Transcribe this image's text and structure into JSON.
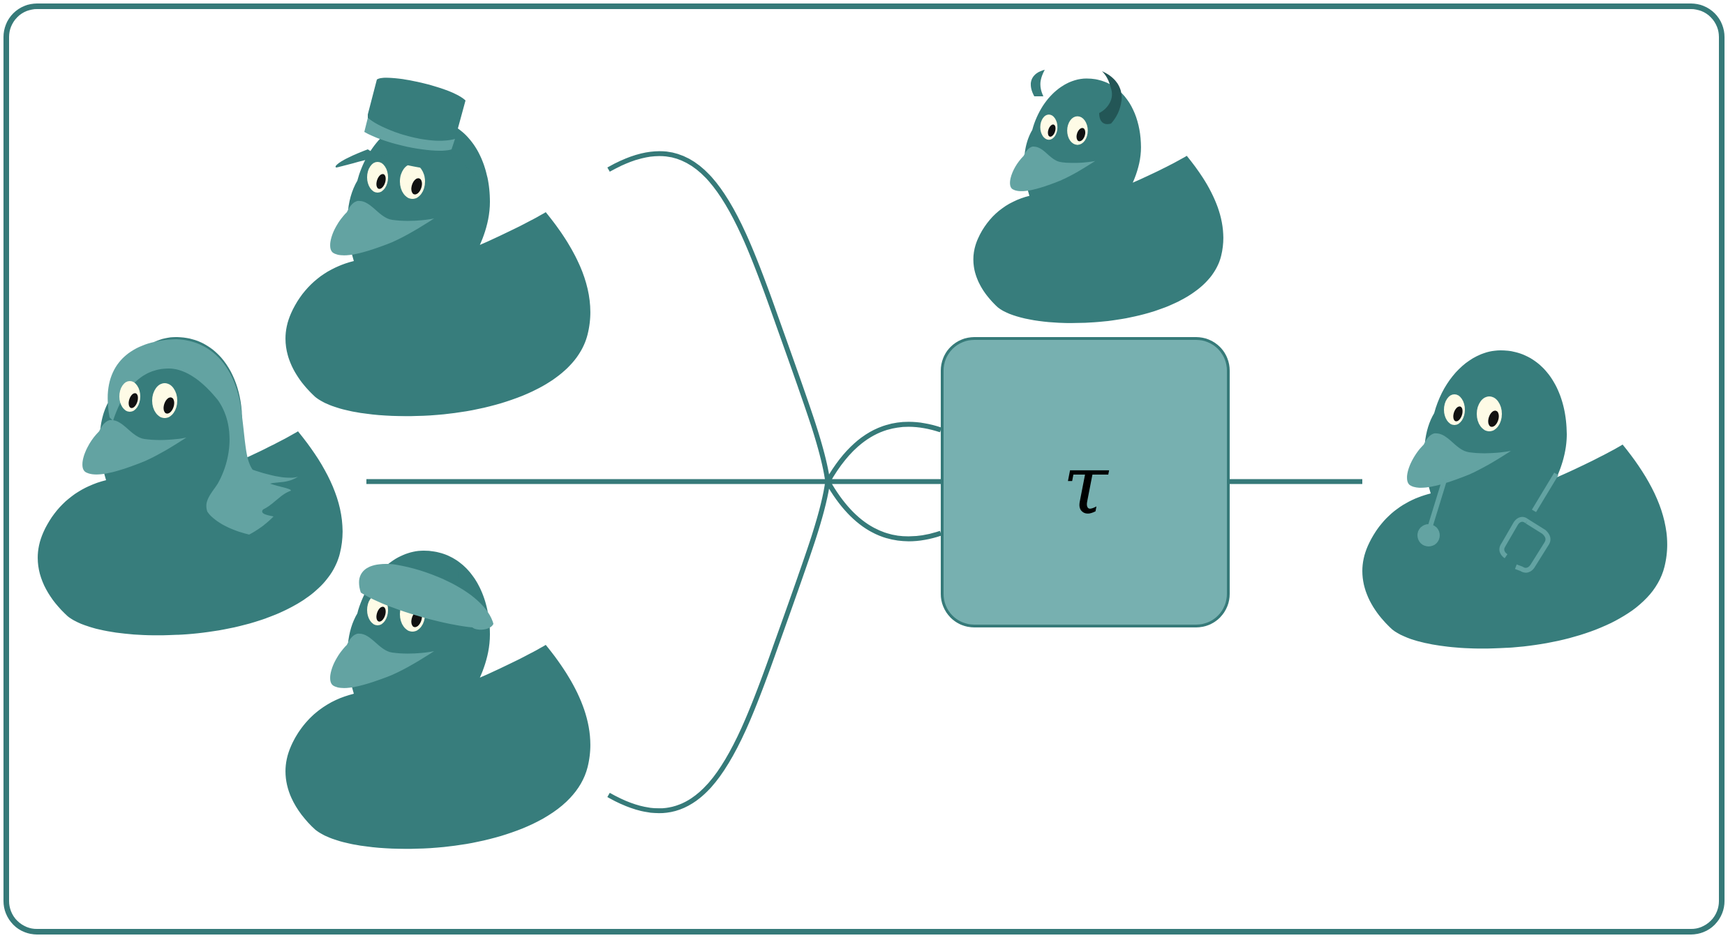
{
  "colors": {
    "frame": "#367a79",
    "duck_body": "#377d7c",
    "duck_accent": "#63a3a2",
    "duck_dark": "#235656",
    "box_fill": "#77b0b0",
    "eye_white": "#fefbe6",
    "pupil": "#111111",
    "background": "#ffffff"
  },
  "box": {
    "label": "τ"
  },
  "ducks": [
    {
      "name": "duck-long-hair",
      "accessory": "long-hair"
    },
    {
      "name": "duck-top-hat",
      "accessory": "top-hat"
    },
    {
      "name": "duck-beret",
      "accessory": "beret"
    },
    {
      "name": "duck-devil",
      "accessory": "devil-horns"
    },
    {
      "name": "duck-doctor",
      "accessory": "stethoscope"
    }
  ]
}
